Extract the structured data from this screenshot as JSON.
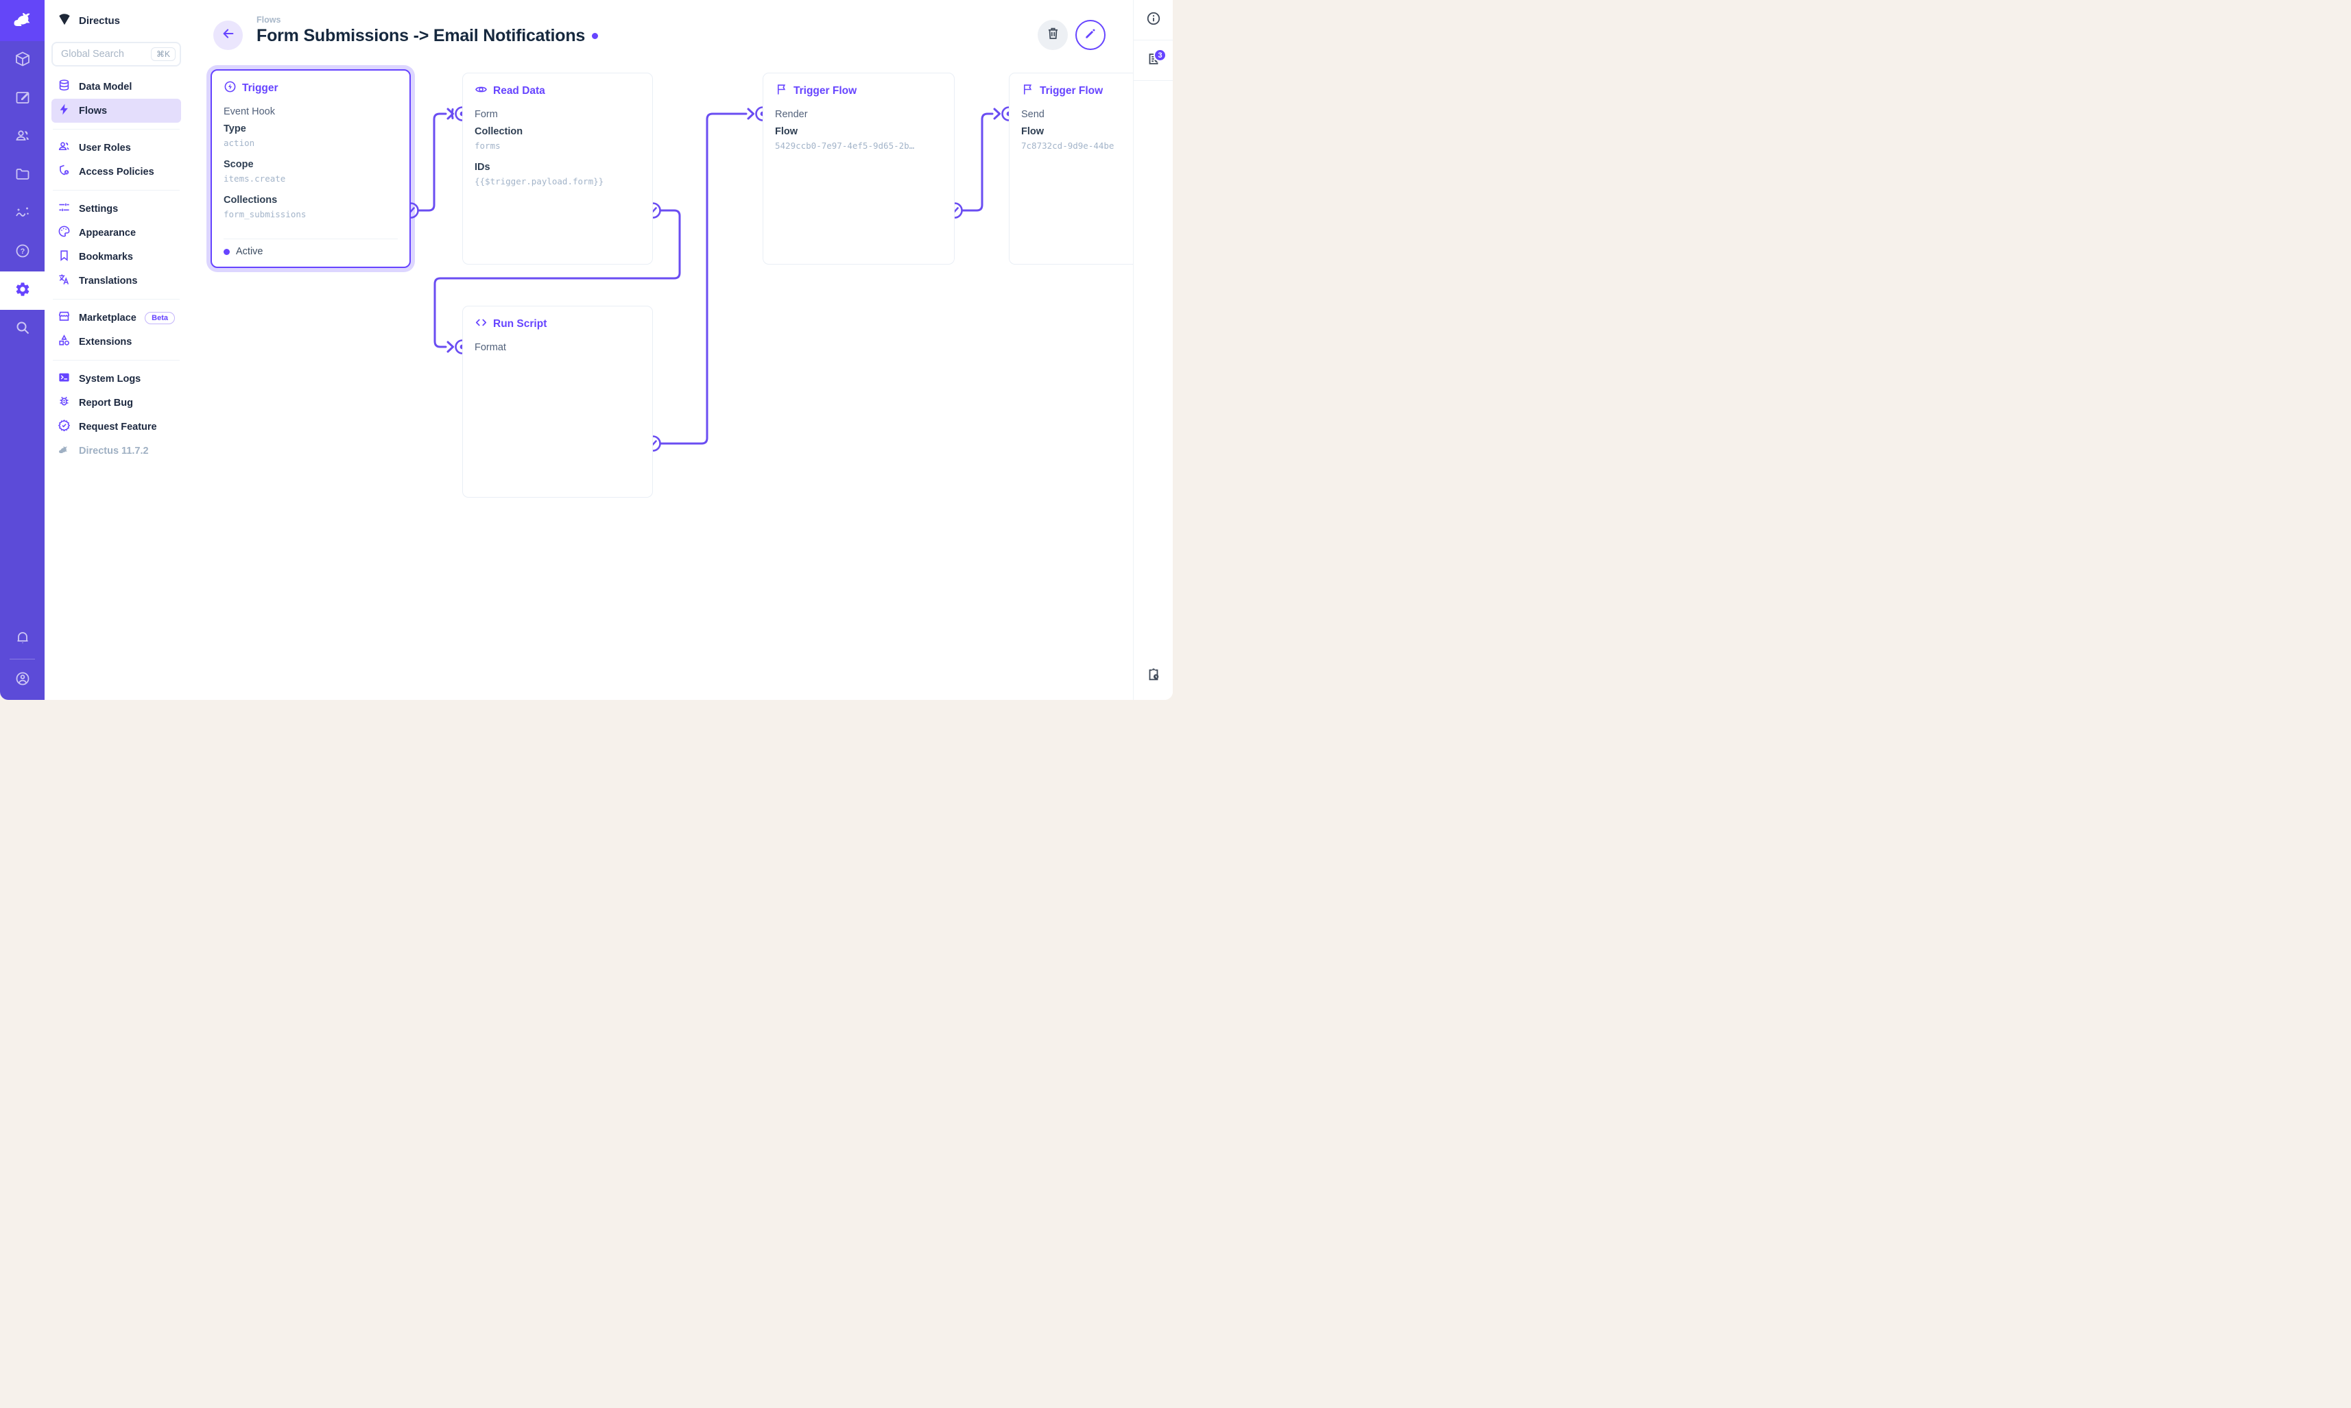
{
  "colors": {
    "accent": "#6644FF",
    "module_bar": "#5C4BD8",
    "logo_tile": "#6446F8",
    "frame": "#F6F1EB",
    "selection_glow": "rgba(102,68,255,0.22)"
  },
  "module_bar": {
    "logo_icon": "directus-rabbit-icon",
    "modules": [
      {
        "icon": "cube-icon"
      },
      {
        "icon": "edit-icon"
      },
      {
        "icon": "users-icon"
      },
      {
        "icon": "folder-icon"
      },
      {
        "icon": "insights-icon"
      },
      {
        "icon": "help-icon"
      }
    ],
    "active_module_icon": "gear-icon",
    "search_icon": "search-icon",
    "bottom_icons": [
      "bell-icon",
      "user-avatar-icon"
    ]
  },
  "sidebar": {
    "project_name": "Directus",
    "project_icon": "project-shield-icon",
    "search": {
      "placeholder": "Global Search",
      "shortcut": "⌘K"
    },
    "items": [
      {
        "label": "Data Model",
        "icon": "database-icon"
      },
      {
        "label": "Flows",
        "icon": "bolt-icon",
        "active": true
      },
      {
        "label": "User Roles",
        "icon": "users-icon"
      },
      {
        "label": "Access Policies",
        "icon": "shield-user-icon"
      },
      {
        "label": "Settings",
        "icon": "tune-icon"
      },
      {
        "label": "Appearance",
        "icon": "palette-icon"
      },
      {
        "label": "Bookmarks",
        "icon": "bookmark-icon"
      },
      {
        "label": "Translations",
        "icon": "translate-icon"
      },
      {
        "label": "Marketplace",
        "icon": "storefront-icon",
        "badge": "Beta"
      },
      {
        "label": "Extensions",
        "icon": "shapes-icon"
      },
      {
        "label": "System Logs",
        "icon": "terminal-icon"
      },
      {
        "label": "Report Bug",
        "icon": "bug-icon"
      },
      {
        "label": "Request Feature",
        "icon": "feature-check-icon"
      },
      {
        "label": "Directus 11.7.2",
        "icon": "rabbit-gray-icon"
      }
    ]
  },
  "header": {
    "breadcrumb": "Flows",
    "title": "Form Submissions -> Email Notifications",
    "status_dot_color": "#6644FF",
    "back_icon": "arrow-left-icon",
    "actions": [
      "trash-icon",
      "pencil-icon"
    ]
  },
  "nodes": {
    "trigger": {
      "title": "Trigger",
      "icon": "bolt-circle-icon",
      "subtitle": "Event Hook",
      "type_label": "Type",
      "type_value": "action",
      "scope_label": "Scope",
      "scope_value": "items.create",
      "collections_label": "Collections",
      "collections_value": "form_submissions",
      "status": "Active"
    },
    "read_data": {
      "title": "Read Data",
      "icon": "eye-icon",
      "key": "Form",
      "collection_label": "Collection",
      "collection_value": "forms",
      "ids_label": "IDs",
      "ids_value": "{{$trigger.payload.form}}"
    },
    "trigger_flow_render": {
      "title": "Trigger Flow",
      "icon": "flag-icon",
      "key": "Render",
      "flow_label": "Flow",
      "flow_value": "5429ccb0-7e97-4ef5-9d65-2b…"
    },
    "trigger_flow_send": {
      "title": "Trigger Flow",
      "icon": "flag-icon",
      "key": "Send",
      "flow_label": "Flow",
      "flow_value": "7c8732cd-9d9e-44be"
    },
    "run_script": {
      "title": "Run Script",
      "icon": "code-icon",
      "key": "Format"
    }
  },
  "right_sidebar": {
    "icons": [
      "info-icon",
      "flow-logs-icon",
      "clipboard-clock-icon"
    ],
    "logs_badge": "3"
  }
}
